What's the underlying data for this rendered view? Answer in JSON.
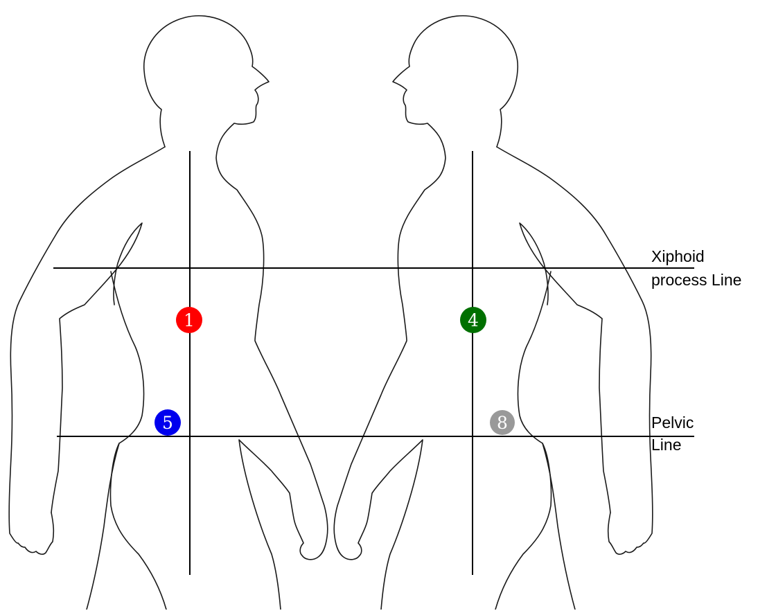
{
  "labels": {
    "xiphoid_line_1": "Xiphoid",
    "xiphoid_line_2": "process Line",
    "pelvic_line_1": "Pelvic",
    "pelvic_line_2": "Line"
  },
  "markers": [
    {
      "num": "1",
      "color": "#ff0000"
    },
    {
      "num": "4",
      "color": "#007000"
    },
    {
      "num": "5",
      "color": "#0000ee"
    },
    {
      "num": "8",
      "color": "#999999"
    }
  ],
  "colors": {
    "outline": "#1a1a1a",
    "lines": "#000000",
    "background": "#ffffff"
  }
}
